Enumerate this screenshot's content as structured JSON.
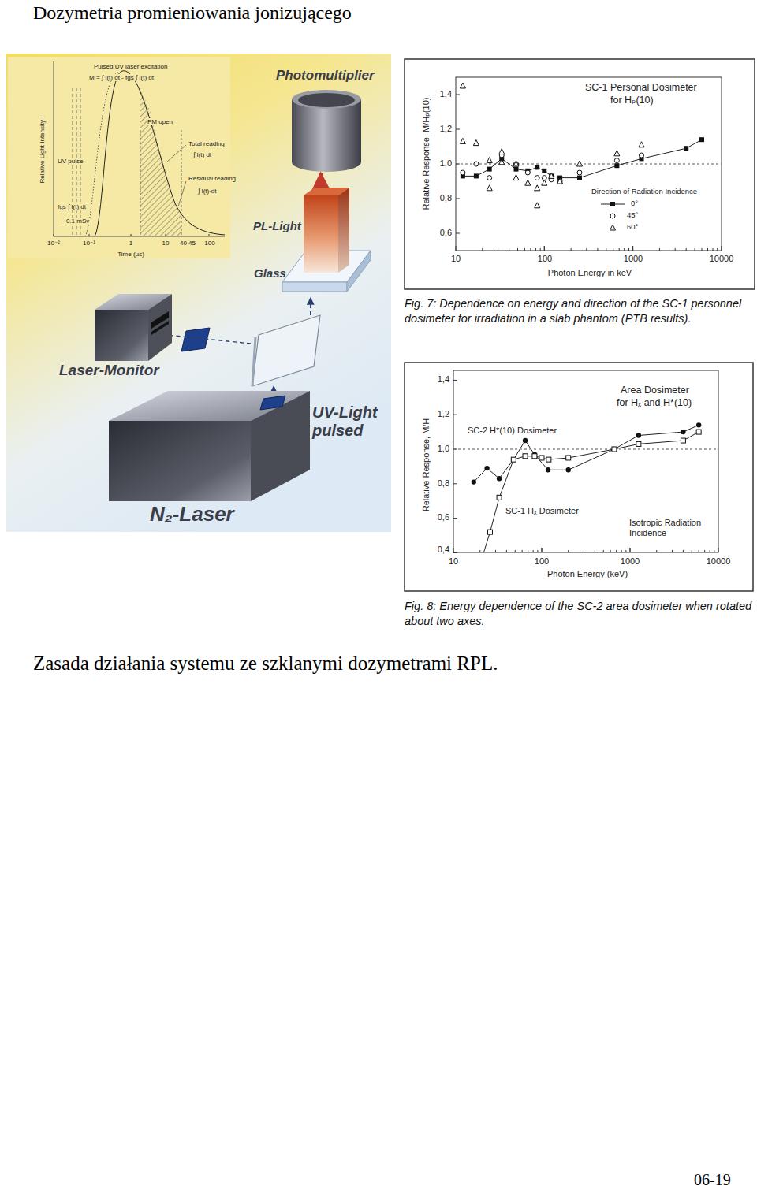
{
  "diagram": {
    "title": "Dozymetria promieniowania jonizującego",
    "caption": "Zasada działania systemu ze szklanymi dozymetrami RPL.",
    "nodes": [
      {
        "text": [
          "Photomultiplier"
        ]
      },
      {
        "text": [
          "PL-Light"
        ]
      },
      {
        "text": [
          "Glass"
        ]
      },
      {
        "text": [
          "Laser-Monitor"
        ]
      },
      {
        "text": [
          "UV-Light pulsed"
        ]
      },
      {
        "text": [
          "N₂-Laser"
        ]
      }
    ],
    "edges": [
      {
        "from": 5,
        "to": 4,
        "arrow": "to"
      },
      {
        "from": 4,
        "to": 3,
        "arrow": "none"
      },
      {
        "from": 4,
        "to": 2,
        "arrow": "to"
      },
      {
        "from": 1,
        "to": 0,
        "arrow": "to"
      }
    ],
    "labels": [
      "Pulsed UV laser excitation",
      "M = ∫ I(t) dt - fgs ∫ I(t) dt",
      "PM open",
      "UV pulse",
      "Total reading",
      "∫ I(t) dt",
      "Residual reading",
      "∫ I(t)·dt",
      "fgs ∫ I(t) dt",
      "~ 0.1 mSv",
      "Relative Light Intensity I",
      "10⁻²",
      "10⁻¹",
      "1",
      "10",
      "40 45",
      "100",
      "Time (µs)",
      "SC-1 Personal Dosimeter",
      "for Hₚ(10)",
      "Relative Response, M/Hₚ(10)",
      "1,4",
      "1,2",
      "1,0",
      "0,8",
      "0,6",
      "10",
      "100",
      "1000",
      "10000",
      "Photon Energy in keV",
      "Direction of Radiation Incidence",
      "Fig. 7: Dependence on energy and direction of the SC-1 personnel dosimeter for irradiation in a slab phantom (PTB results).",
      "Area Dosimeter",
      "for Hₓ and H*(10)",
      "SC-2 H*(10) Dosimeter",
      "SC-1 Hₓ Dosimeter",
      "Isotropic Radiation Incidence",
      "Relative Response, M/H",
      "1,4",
      "1,2",
      "1,0",
      "0,8",
      "0,6",
      "0,4",
      "10",
      "100",
      "1000",
      "10000",
      "Photon Energy (keV)",
      "Fig. 8: Energy dependence of the SC-2 area dosimeter when rotated about two axes.",
      "06-19"
    ],
    "legend": [
      {
        "text": "0°"
      },
      {
        "text": "45°"
      },
      {
        "text": "60°"
      }
    ]
  }
}
